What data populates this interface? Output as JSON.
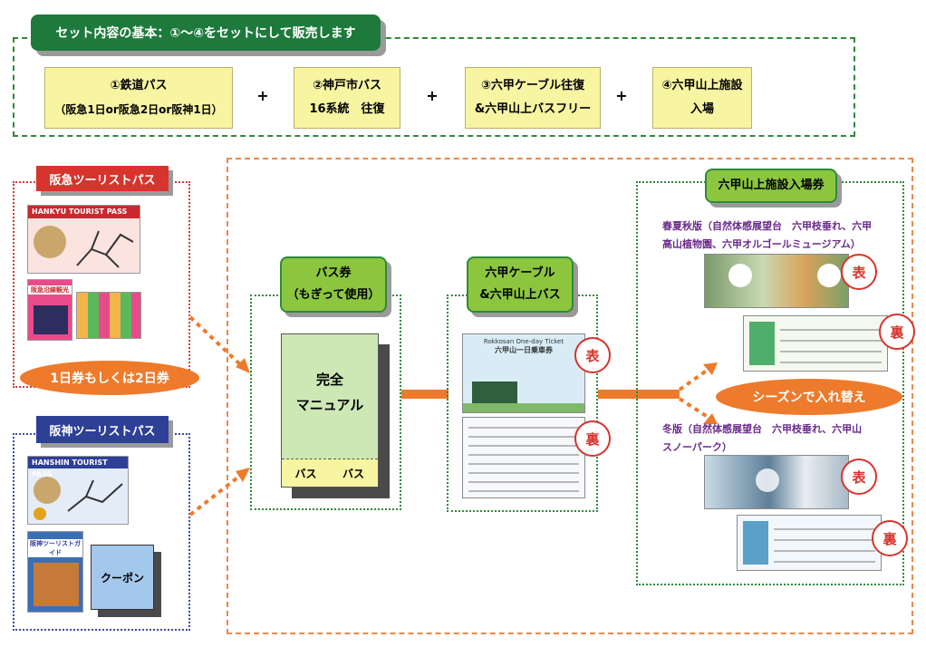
{
  "header": {
    "title": "セット内容の基本：①～④をセットにして販売します"
  },
  "components": [
    {
      "line1": "①鉄道パス",
      "line2": "（阪急1日or阪急2日or阪神1日）"
    },
    {
      "line1": "②神戸市バス",
      "line2": "16系統　往復"
    },
    {
      "line1": "③六甲ケーブル往復",
      "line2": "&六甲山上バスフリー"
    },
    {
      "line1": "④六甲山上施設",
      "line2": "入場"
    }
  ],
  "plus": "+",
  "hankyu": {
    "title": "阪急ツーリストパス",
    "thumb_text": "HANKYU TOURIST PASS",
    "guide_text": "阪急沿線観光",
    "days": "1日券もしくは2日券"
  },
  "hanshin": {
    "title": "阪神ツーリストパス",
    "thumb_text": "HANSHIN TOURIST PASS",
    "guide_text": "阪神ツーリストガイド",
    "coupon": "クーポン"
  },
  "bus_ticket": {
    "label1": "バス券",
    "label2": "（もぎって使用）",
    "manual1": "完全",
    "manual2": "マニュアル",
    "stub": "バス"
  },
  "cable": {
    "label1": "六甲ケーブル",
    "label2": "&六甲山上バス",
    "ticket_en": "Rokkosan One-day Ticket",
    "ticket_jp": "六甲山一日乗車券"
  },
  "facility": {
    "title": "六甲山上施設入場券",
    "summer_desc1": "春夏秋版（自然体感展望台　六甲枝垂れ、六甲",
    "summer_desc2": "高山植物園、六甲オルゴールミュージアム）",
    "winter_desc1": "冬版（自然体感展望台　六甲枝垂れ、六甲山",
    "winter_desc2": "スノーパーク）",
    "season_swap": "シーズンで入れ替え"
  },
  "front": "表",
  "back": "裏",
  "colors": {
    "green_dark": "#1e7a3c",
    "green_light": "#8cc63f",
    "orange": "#ee7a2b",
    "red": "#d6342c",
    "navy": "#2e3f96",
    "yellow": "#f7f4a2"
  }
}
